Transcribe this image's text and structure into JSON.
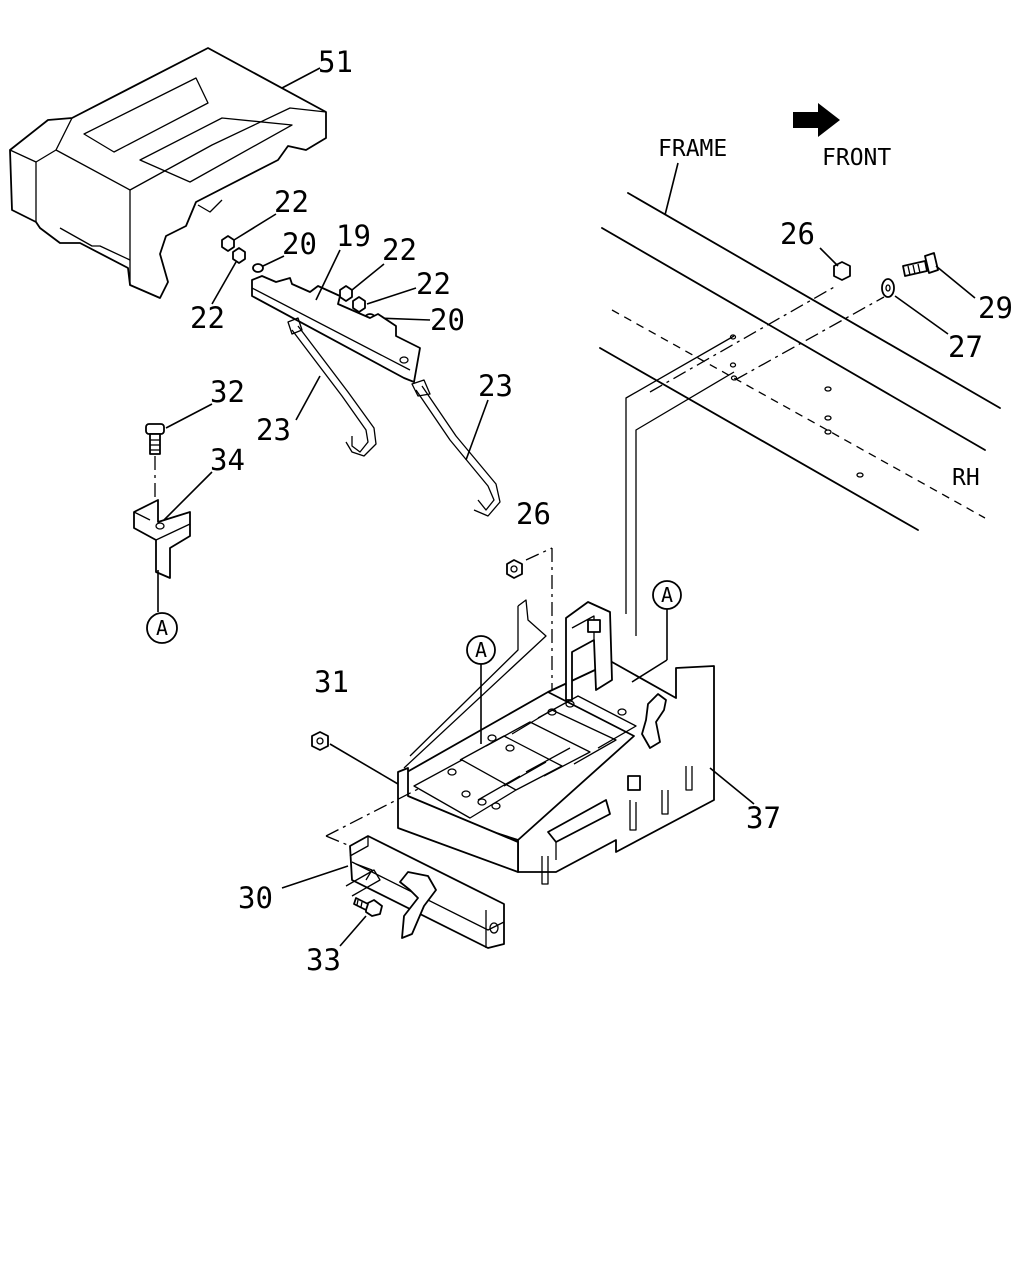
{
  "words": {
    "frame": "FRAME",
    "front": "FRONT",
    "rh": "RH"
  },
  "callouts": {
    "p51": "51",
    "p22a": "22",
    "p22b": "22",
    "p22c": "22",
    "p22d": "22",
    "p20a": "20",
    "p20b": "20",
    "p19": "19",
    "p23a": "23",
    "p23b": "23",
    "p32": "32",
    "p34": "34",
    "p26a": "26",
    "p26b": "26",
    "p27": "27",
    "p29": "29",
    "p31": "31",
    "p37": "37",
    "p30": "30",
    "p33": "33"
  },
  "refs": {
    "a1": "A",
    "a2": "A",
    "a3": "A"
  }
}
